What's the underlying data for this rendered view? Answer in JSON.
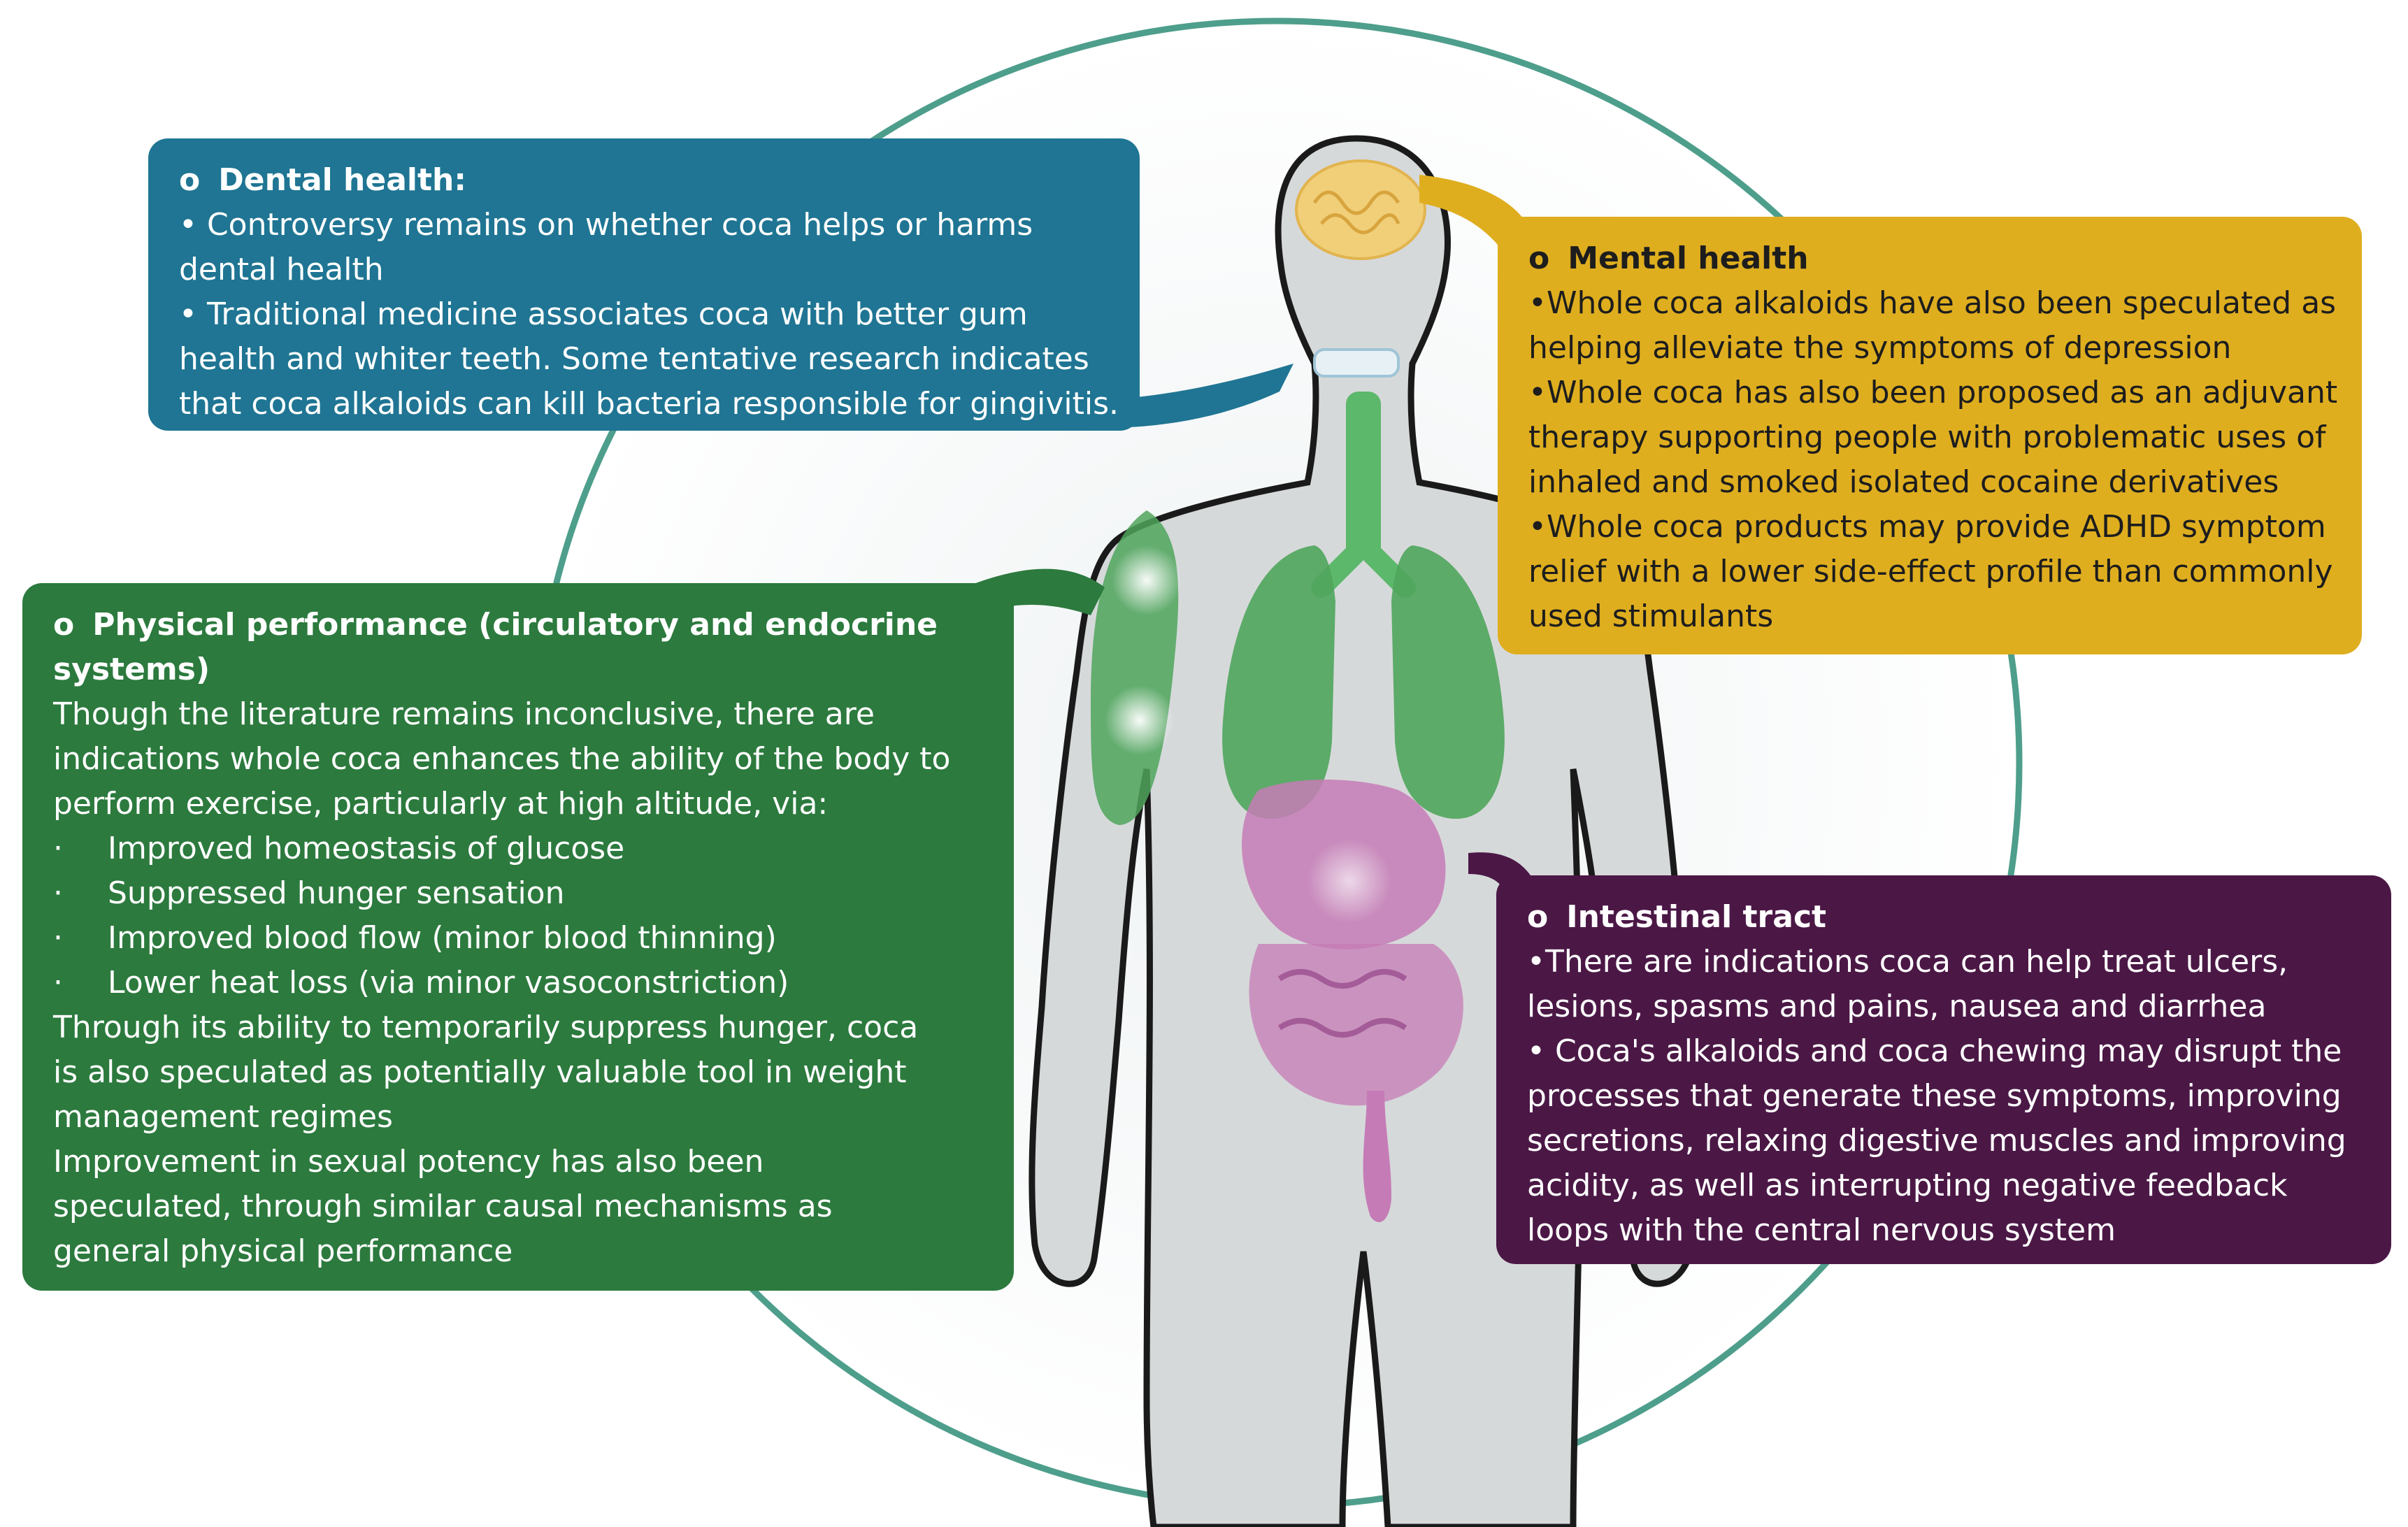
{
  "colors": {
    "dental": "#1f7593",
    "mental": "#dfae1f",
    "physical": "#2c7a3e",
    "intestinal": "#4b1846",
    "ring": "#4e9e8c",
    "body_fill": "#d6d9da",
    "outline": "#1a1a1a",
    "brain": "#f0cf78",
    "lungs": "#4fa55c",
    "organs": "#c57bb6"
  },
  "sections": {
    "dental": {
      "marker": "o",
      "title": "Dental health:",
      "bullets": [
        {
          "bullet": "•",
          "lines": [
            "Controversy remains on whether coca helps or harms",
            "dental health"
          ]
        },
        {
          "bullet": "•",
          "lines": [
            "Traditional medicine associates coca with better gum",
            "health and whiter teeth. Some tentative research indicates",
            "that coca alkaloids can kill bacteria responsible for gingivitis."
          ]
        }
      ]
    },
    "mental": {
      "marker": "o",
      "title": "Mental health",
      "bullets": [
        {
          "bullet": "•",
          "lines": [
            "Whole coca alkaloids have also been speculated as",
            "helping alleviate the symptoms of depression"
          ]
        },
        {
          "bullet": "•",
          "lines": [
            "Whole coca has also been proposed as an adjuvant",
            "therapy supporting people with problematic uses of",
            "inhaled and smoked isolated cocaine derivatives"
          ]
        },
        {
          "bullet": "•",
          "lines": [
            "Whole coca products may provide ADHD symptom",
            "relief with a lower side-effect profile than commonly",
            "used stimulants"
          ]
        }
      ]
    },
    "physical": {
      "marker": "o",
      "title_lines": [
        "Physical performance (circulatory and endocrine",
        "systems)"
      ],
      "intro_lines": [
        "Though the literature remains inconclusive, there are",
        "indications whole coca enhances the ability of the body to",
        "perform exercise, particularly at high altitude, via:"
      ],
      "sub_marker": "·",
      "sub_items": [
        "Improved homeostasis of glucose",
        "Suppressed hunger sensation",
        "Improved blood flow (minor blood thinning)",
        "Lower heat loss (via minor vasoconstriction)"
      ],
      "para2_lines": [
        "Through its ability to temporarily suppress hunger, coca",
        "is also speculated as potentially valuable tool in weight",
        "management regimes"
      ],
      "para3_lines": [
        "Improvement in sexual potency has also been",
        "speculated, through similar causal mechanisms as",
        "general physical performance"
      ]
    },
    "intestinal": {
      "marker": "o",
      "title": "Intestinal tract",
      "bullets": [
        {
          "bullet": "•",
          "lines": [
            "There are indications coca can help treat ulcers,",
            "lesions, spasms and pains, nausea and diarrhea"
          ]
        },
        {
          "bullet": "•",
          "lines": [
            "Coca's alkaloids and coca chewing may disrupt the",
            "processes that generate these symptoms, improving",
            "secretions, relaxing digestive muscles and improving",
            "acidity, as well as interrupting negative feedback",
            "loops with the central nervous system"
          ]
        }
      ]
    }
  }
}
